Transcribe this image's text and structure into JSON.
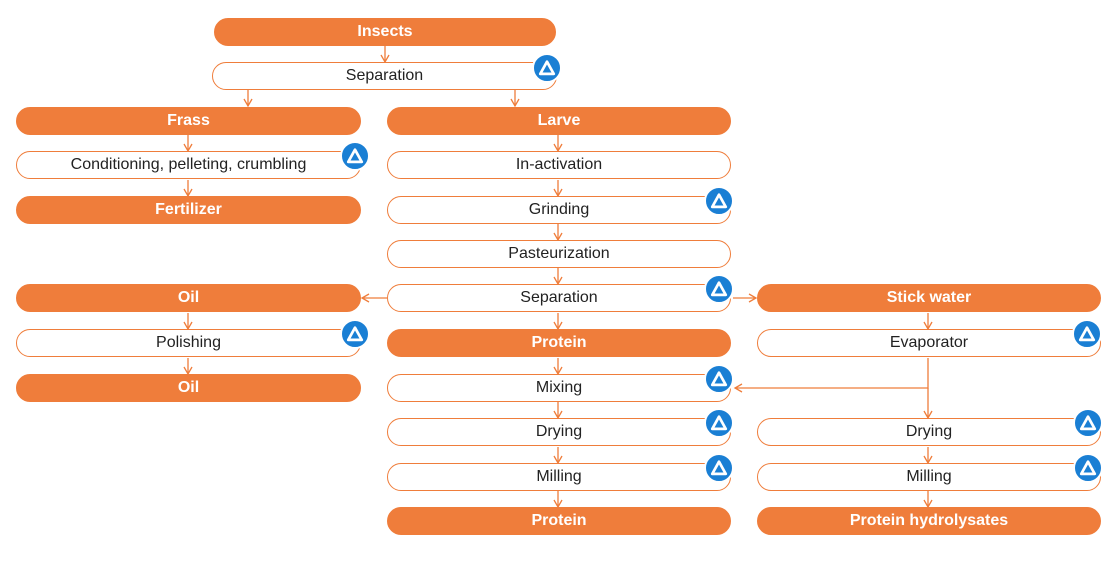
{
  "nodes": {
    "insects": "Insects",
    "separation_top": "Separation",
    "frass": "Frass",
    "conditioning": "Conditioning, pelleting, crumbling",
    "fertilizer": "Fertilizer",
    "larve": "Larve",
    "inactivation": "In-activation",
    "grinding": "Grinding",
    "pasteurization": "Pasteurization",
    "separation_mid": "Separation",
    "oil": "Oil",
    "polishing": "Polishing",
    "oil_out": "Oil",
    "protein": "Protein",
    "mixing": "Mixing",
    "drying": "Drying",
    "milling": "Milling",
    "protein_out": "Protein",
    "stick_water": "Stick water",
    "evaporator": "Evaporator",
    "drying_right": "Drying",
    "milling_right": "Milling",
    "protein_hydrolysates": "Protein hydrolysates"
  },
  "colors": {
    "accent": "#ef7d3b",
    "badge": "#1a7fd4",
    "text": "#222222"
  },
  "badge_icon": "alfa-laval-logo-icon"
}
